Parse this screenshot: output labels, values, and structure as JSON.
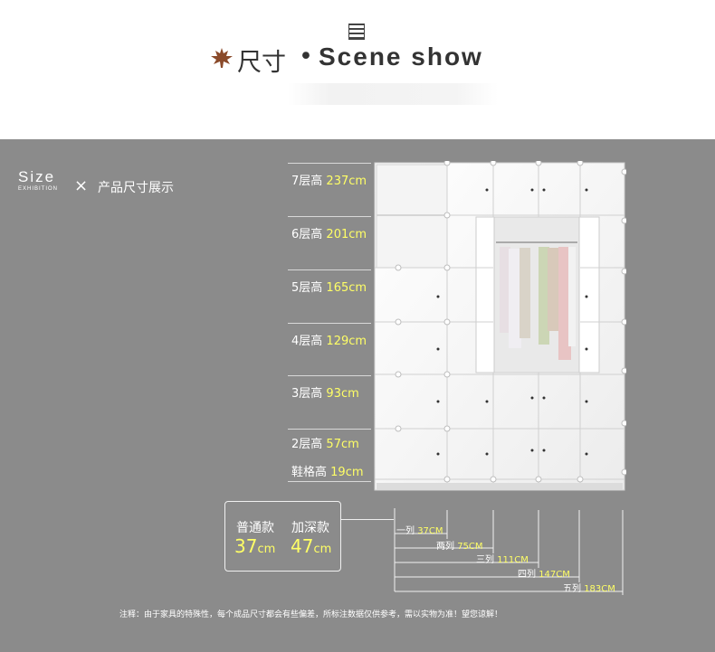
{
  "header": {
    "title_cn": "尺寸",
    "separator": "•",
    "title_en": "Scene show"
  },
  "section": {
    "size_word": "Size",
    "exhibition": "EXHIBITION",
    "cross": "×",
    "subtitle": "产品尺寸展示"
  },
  "levels": [
    {
      "label": "7层高",
      "value": "237cm"
    },
    {
      "label": "6层高",
      "value": "201cm"
    },
    {
      "label": "5层高",
      "value": "165cm"
    },
    {
      "label": "4层高",
      "value": "129cm"
    },
    {
      "label": "3层高",
      "value": "93cm"
    },
    {
      "label": "2层高",
      "value": "57cm"
    },
    {
      "label": "鞋格高",
      "value": "19cm"
    }
  ],
  "depth": {
    "standard_label": "普通款",
    "standard_value": "37",
    "deep_label": "加深款",
    "deep_value": "47",
    "unit": "cm"
  },
  "columns": [
    {
      "label": "一列",
      "value": "37CM"
    },
    {
      "label": "两列",
      "value": "75CM"
    },
    {
      "label": "三列",
      "value": "111CM"
    },
    {
      "label": "四列",
      "value": "147CM"
    },
    {
      "label": "五列",
      "value": "183CM"
    }
  ],
  "note": "注释：由于家具的特殊性，每个成品尺寸都会有些偏差，所标注数据仅供参考，需以实物为准！望您谅解！",
  "colors": {
    "panel_bg": "#8b8b8b",
    "accent_yellow": "#ffff66",
    "leaf": "#8a4a2a"
  },
  "icons": [
    "grid-icon",
    "maple-leaf-icon",
    "wardrobe-illustration"
  ]
}
